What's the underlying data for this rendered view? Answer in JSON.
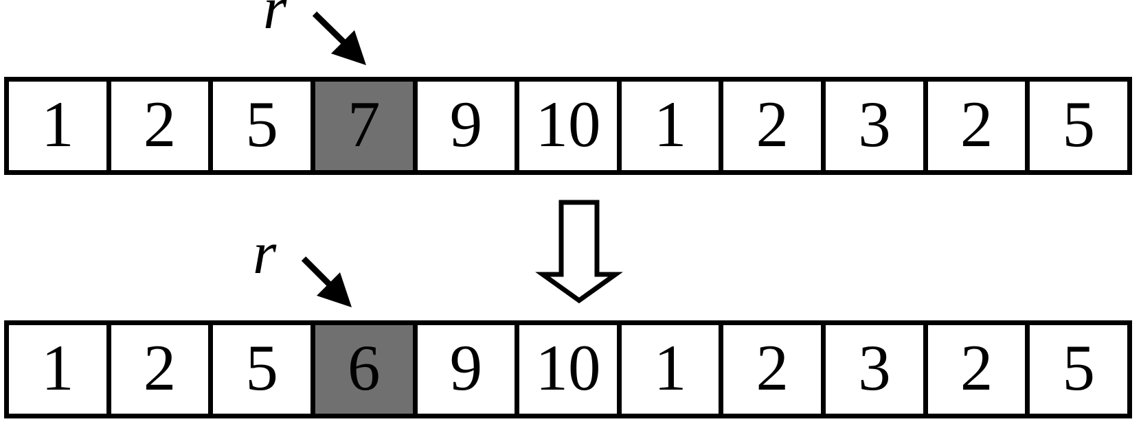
{
  "diagram": {
    "description": "Array update illustration: pointer r marks a cell whose value changes from 7 to 6",
    "pointer_label": "r",
    "rows": {
      "before": {
        "cells": [
          "1",
          "2",
          "5",
          "7",
          "9",
          "10",
          "1",
          "2",
          "3",
          "2",
          "5"
        ],
        "highlighted_index": 3,
        "highlighted_value": "7"
      },
      "after": {
        "cells": [
          "1",
          "2",
          "5",
          "6",
          "9",
          "10",
          "1",
          "2",
          "3",
          "2",
          "5"
        ],
        "highlighted_index": 3,
        "highlighted_value": "6"
      }
    },
    "icons": {
      "pointer_arrow": "diagonal-arrow-icon",
      "transform_arrow": "hollow-down-arrow-icon"
    },
    "colors": {
      "highlight_fill": "#707070",
      "line": "#000000",
      "background": "#ffffff"
    }
  }
}
